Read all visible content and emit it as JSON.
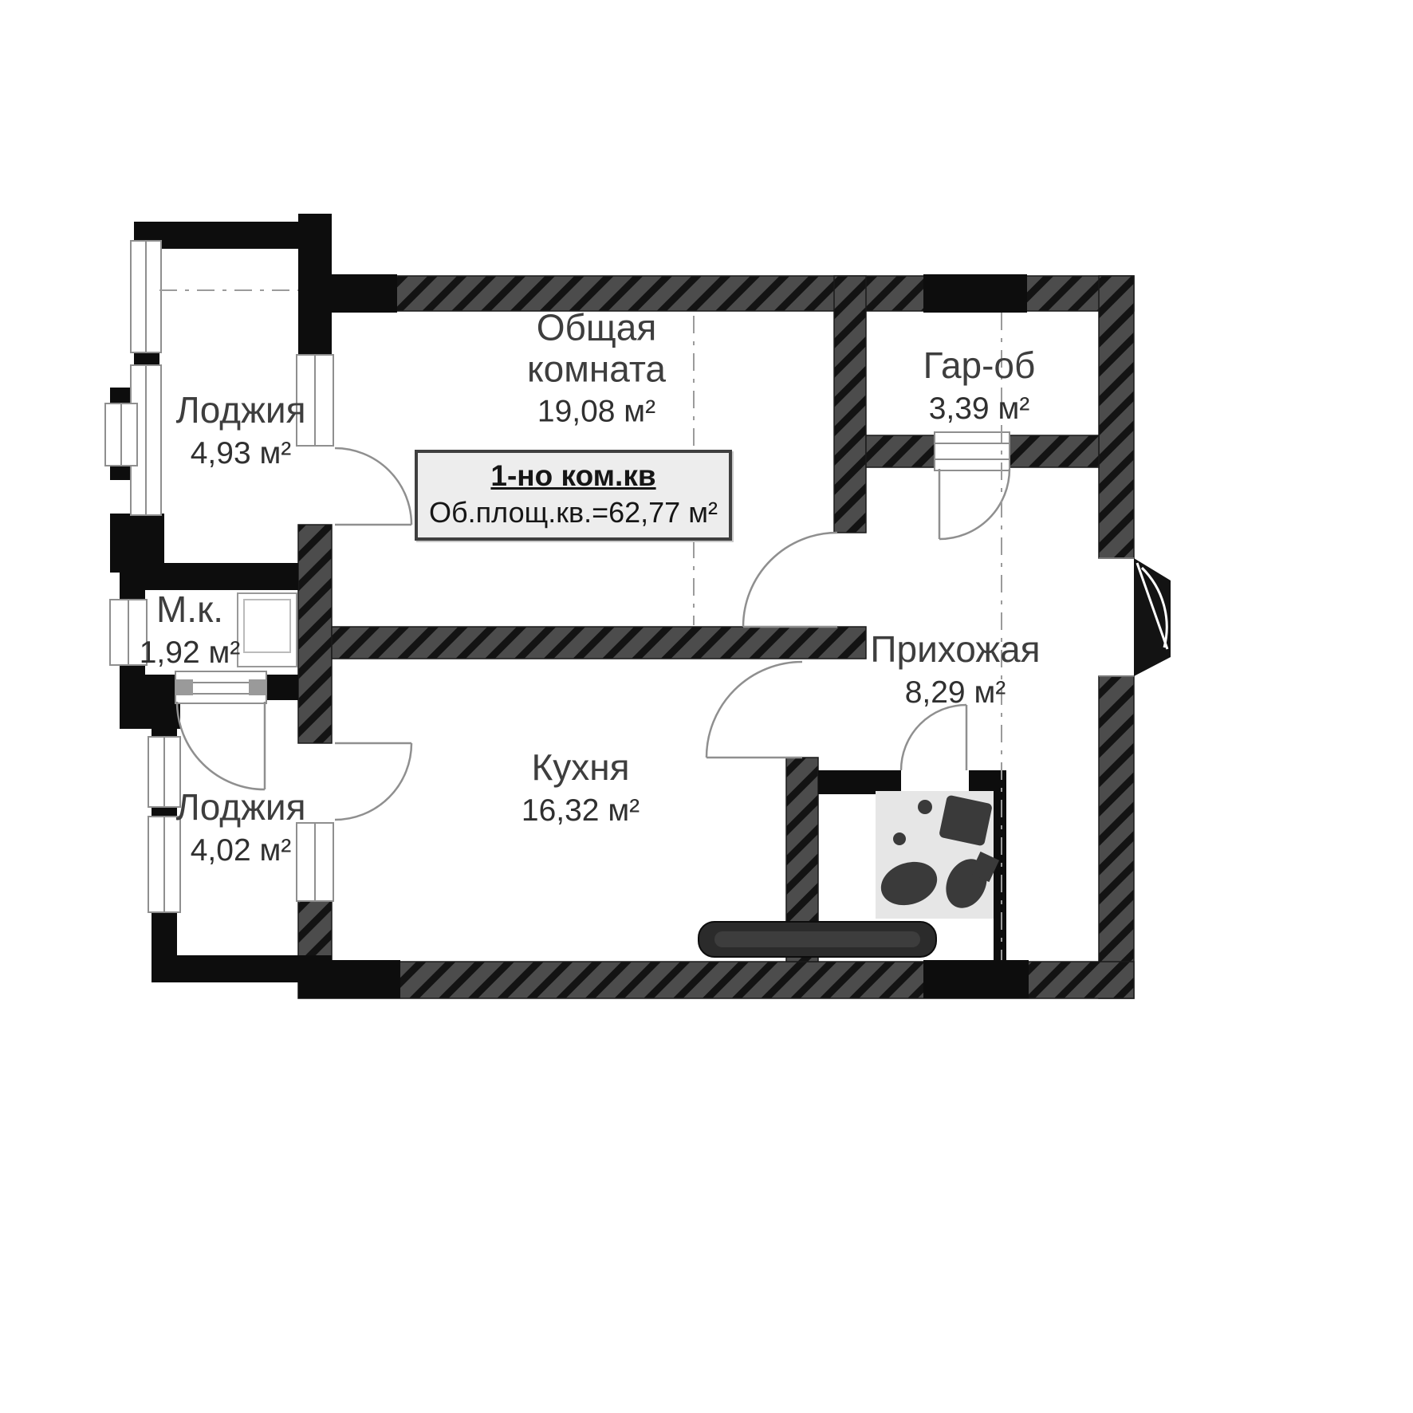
{
  "plan": {
    "info_box": {
      "line1": "1-но ком.кв",
      "line2": "Об.площ.кв.=62,77 м²"
    },
    "rooms": [
      {
        "id": "loggia-top",
        "name": "Лоджия",
        "area": "4,93 м²"
      },
      {
        "id": "living-room",
        "name": "Общая комната",
        "area": "19,08 м²"
      },
      {
        "id": "wardrobe",
        "name": "Гар-об",
        "area": "3,39 м²"
      },
      {
        "id": "small-room",
        "name": "М.к.",
        "area": "1,92 м²"
      },
      {
        "id": "hallway",
        "name": "Прихожая",
        "area": "8,29 м²"
      },
      {
        "id": "kitchen",
        "name": "Кухня",
        "area": "16,32 м²"
      },
      {
        "id": "loggia-bottom",
        "name": "Лоджия",
        "area": "4,02 м²"
      }
    ],
    "fixtures": [
      "toilet",
      "sink",
      "washing-machine",
      "shower-box",
      "radiator"
    ],
    "colors": {
      "wall_hatch_gray": "#4c4c4c",
      "wall_hatch_stripe": "#131313",
      "wall_black": "#0d0d0d",
      "label_text": "#3e3e3e",
      "info_box_bg": "#ededed",
      "info_box_border": "#3f3f3f",
      "tile_gray": "#e6e6e6",
      "fixture_dark": "#3a3a3a",
      "line_gray": "#8f8f8f"
    }
  }
}
